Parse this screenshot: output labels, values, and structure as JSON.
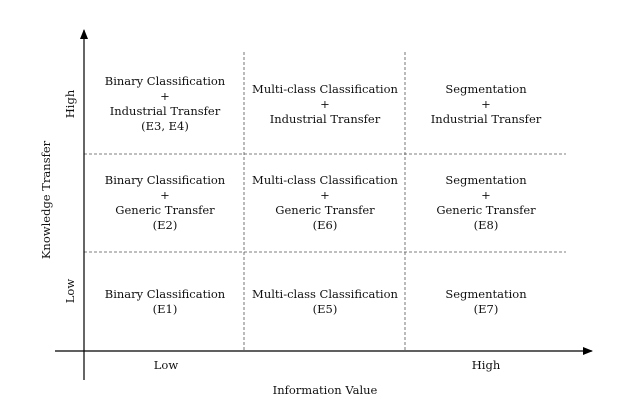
{
  "axes": {
    "x": {
      "title": "Information Value",
      "low": "Low",
      "high": "High"
    },
    "y": {
      "title": "Knowledge Transfer",
      "low": "Low",
      "high": "High"
    }
  },
  "grid": {
    "rows": [
      {
        "cells": [
          {
            "lines": [
              "Binary Classification",
              "+",
              "Industrial Transfer",
              "(E3, E4)"
            ]
          },
          {
            "lines": [
              "Multi-class Classification",
              "+",
              "Industrial Transfer"
            ]
          },
          {
            "lines": [
              "Segmentation",
              "+",
              "Industrial Transfer"
            ]
          }
        ]
      },
      {
        "cells": [
          {
            "lines": [
              "Binary Classification",
              "+",
              "Generic Transfer",
              "(E2)"
            ]
          },
          {
            "lines": [
              "Multi-class Classification",
              "+",
              "Generic Transfer",
              "(E6)"
            ]
          },
          {
            "lines": [
              "Segmentation",
              "+",
              "Generic Transfer",
              "(E8)"
            ]
          }
        ]
      },
      {
        "cells": [
          {
            "lines": [
              "Binary Classification",
              "(E1)"
            ]
          },
          {
            "lines": [
              "Multi-class Classification",
              "(E5)"
            ]
          },
          {
            "lines": [
              "Segmentation",
              "(E7)"
            ]
          }
        ]
      }
    ]
  }
}
